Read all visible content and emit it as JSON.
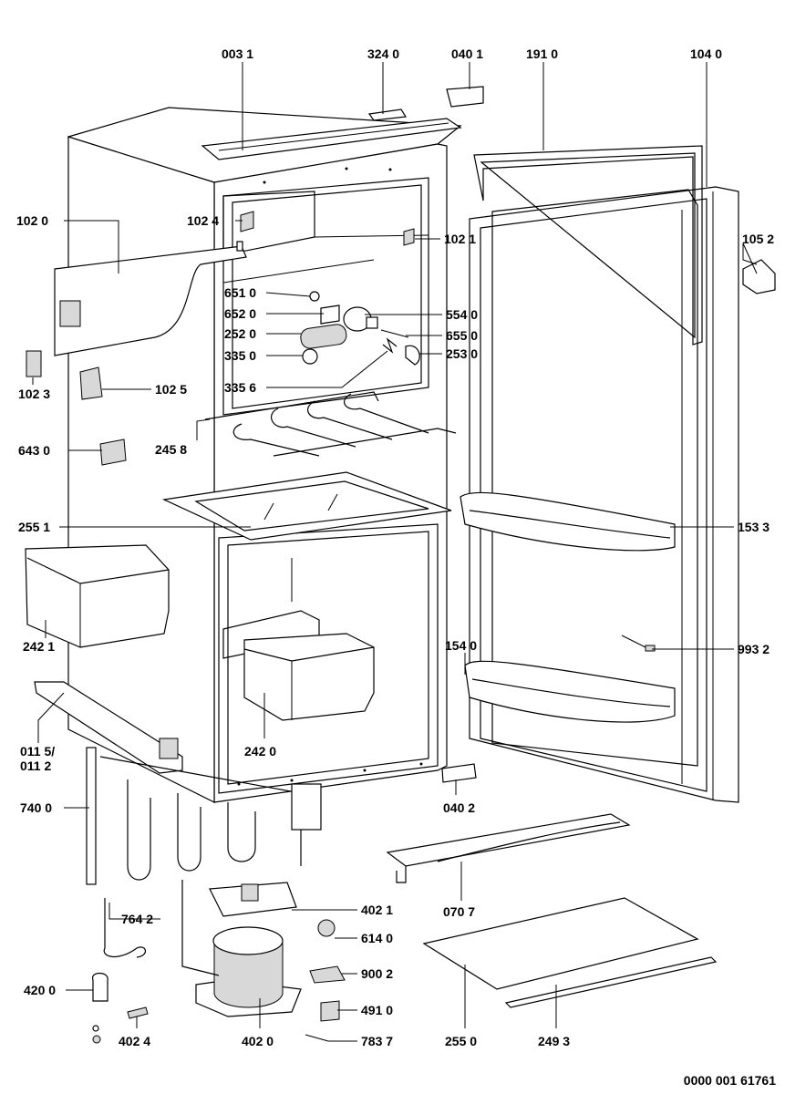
{
  "labels": {
    "p0031": "003 1",
    "p3240": "324 0",
    "p0401": "040 1",
    "p1910": "191 0",
    "p1040": "104 0",
    "p1020": "102 0",
    "p1024": "102 4",
    "p1021": "102 1",
    "p1052": "105 2",
    "p6510": "651 0",
    "p6520": "652 0",
    "p2520": "252 0",
    "p3350": "335 0",
    "p5540": "554 0",
    "p6550": "655 0",
    "p2530": "253 0",
    "p1023": "102 3",
    "p1025": "102 5",
    "p3356": "335 6",
    "p2458": "245 8",
    "p6430": "643 0",
    "p2551": "255 1",
    "p1533": "153 3",
    "p2421": "242 1",
    "p1540": "154 0",
    "p9932": "993 2",
    "p0115": "011 5/",
    "p0112": "011 2",
    "p2420": "242 0",
    "p7400": "740 0",
    "p0402": "040 2",
    "p0707": "070 7",
    "p7642": "764 2",
    "p4021": "402 1",
    "p6140": "614 0",
    "p9002": "900 2",
    "p4200": "420 0",
    "p4910": "491 0",
    "p4024": "402 4",
    "p4020": "402 0",
    "p7837": "783 7",
    "p2550": "255 0",
    "p2493": "249 3"
  },
  "document_number": "0000 001 61761"
}
